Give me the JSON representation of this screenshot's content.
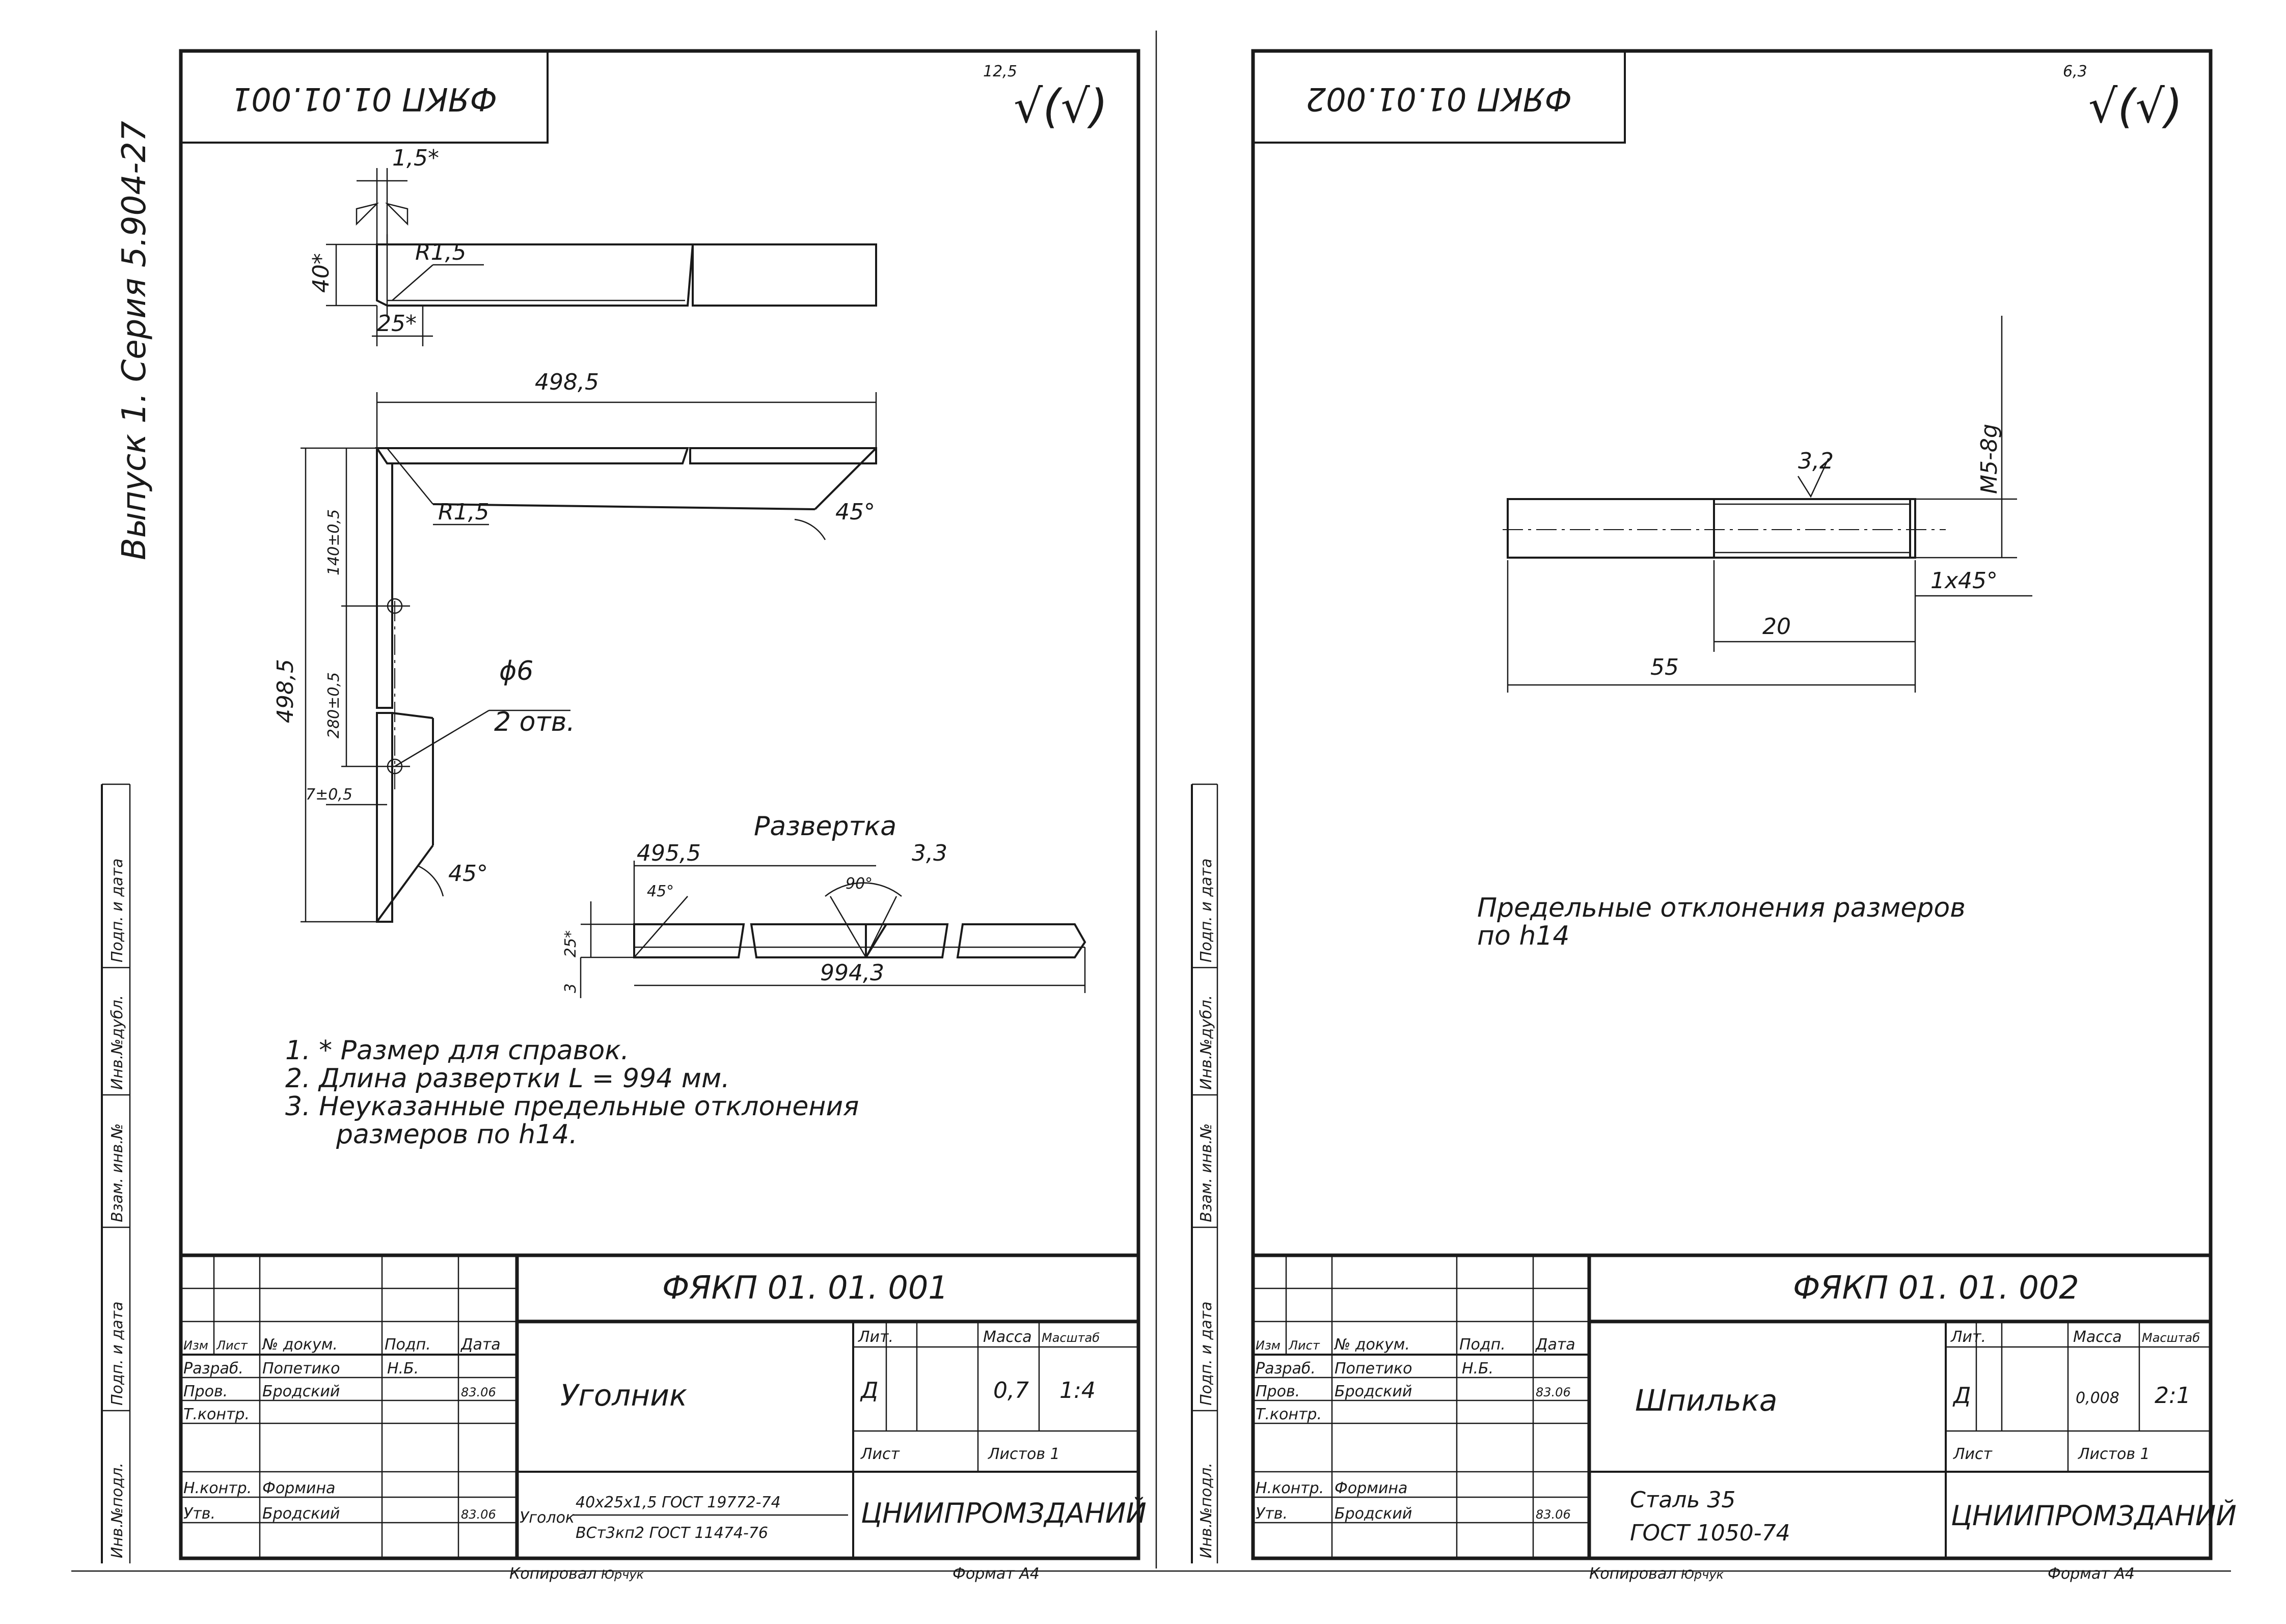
{
  "series_caption": "Выпуск 1. Серия 5.904-27",
  "sheet1": {
    "top_stamp": "ФЯКП 01.01.001",
    "roughness": "12,5",
    "roughness_suffix": "√(√)",
    "dims": {
      "top_gap": "1,5*",
      "height40": "40*",
      "radius_top": "R1,5",
      "width25": "25*",
      "length_total": "498,5",
      "radius_mid": "R1,5",
      "angle_top": "45°",
      "dim_140": "140±0,5",
      "dim_280": "280±0,5",
      "left_length": "498,5",
      "hole_dia": "ϕ6",
      "hole_count": "2 отв.",
      "dim_7": "7±0,5",
      "angle_bottom": "45°"
    },
    "development": {
      "label": "Развертка",
      "dim_495": "495,5",
      "dim_33": "3,3",
      "angle45": "45°",
      "angle90": "90°",
      "dim_25": "25*",
      "dim_3": "3",
      "dim_994": "994,3"
    },
    "notes": [
      "1. * Размер для справок.",
      "2. Длина развертки L = 994 мм.",
      "3. Неуказанные предельные отклонения",
      "размеров по h14."
    ],
    "side_labels": [
      "Инв.№подл.",
      "Подп. и дата",
      "Взам. инв.№",
      "Инв.№дубл.",
      "Подп. и дата"
    ],
    "title_block": {
      "designation": "ФЯКП 01. 01. 001",
      "headers": [
        "Изм",
        "Лист",
        "№ докум.",
        "Подп.",
        "Дата"
      ],
      "rows": [
        {
          "role": "Разраб.",
          "name": "Попетико",
          "sign": "Н.Б.",
          "date": ""
        },
        {
          "role": "Пров.",
          "name": "Бродский",
          "sign": "",
          "date": "83.06"
        },
        {
          "role": "Т.контр.",
          "name": "",
          "sign": "",
          "date": ""
        },
        {
          "role": "Н.контр.",
          "name": "Формина",
          "sign": "",
          "date": ""
        },
        {
          "role": "Утв.",
          "name": "Бродский",
          "sign": "",
          "date": "83.06"
        }
      ],
      "part_name": "Уголник",
      "lit_header": "Лит.",
      "mass_header": "Масса",
      "scale_header": "Масштаб",
      "lit": "Д",
      "mass": "0,7",
      "scale": "1:4",
      "sheet_label": "Лист",
      "sheets_label": "Листов 1",
      "material_prefix": "Уголок",
      "material_line1": "40х25х1,5 ГОСТ 19772-74",
      "material_line2": "ВСт3кп2 ГОСТ 11474-76",
      "org": "ЦНИИПРОМЗДАНИЙ",
      "copied": "Копировал",
      "copier": "Юрчук",
      "format": "Формат А4"
    }
  },
  "sheet2": {
    "top_stamp": "ФЯКП 01.01.002",
    "roughness": "6,3",
    "roughness_suffix": "√(√)",
    "dims": {
      "thread": "М5-8g",
      "roughness_local": "3,2",
      "chamfer": "1х45°",
      "len20": "20",
      "len55": "55"
    },
    "notes": [
      "Предельные отклонения размеров",
      "по h14"
    ],
    "side_labels": [
      "Инв.№подл.",
      "Подп. и дата",
      "Взам. инв.№",
      "Инв.№дубл.",
      "Подп. и дата"
    ],
    "title_block": {
      "designation": "ФЯКП 01. 01. 002",
      "headers": [
        "Изм",
        "Лист",
        "№ докум.",
        "Подп.",
        "Дата"
      ],
      "rows": [
        {
          "role": "Разраб.",
          "name": "Попетико",
          "sign": "Н.Б.",
          "date": ""
        },
        {
          "role": "Пров.",
          "name": "Бродский",
          "sign": "",
          "date": "83.06"
        },
        {
          "role": "Т.контр.",
          "name": "",
          "sign": "",
          "date": ""
        },
        {
          "role": "Н.контр.",
          "name": "Формина",
          "sign": "",
          "date": ""
        },
        {
          "role": "Утв.",
          "name": "Бродский",
          "sign": "",
          "date": "83.06"
        }
      ],
      "part_name": "Шпилька",
      "lit_header": "Лит.",
      "mass_header": "Масса",
      "scale_header": "Масштаб",
      "lit": "Д",
      "mass": "0,008",
      "scale": "2:1",
      "sheet_label": "Лист",
      "sheets_label": "Листов 1",
      "material_line1": "Сталь 35",
      "material_line2": "ГОСТ 1050-74",
      "org": "ЦНИИПРОМЗДАНИЙ",
      "copied": "Копировал",
      "copier": "Юрчук",
      "format": "Формат А4"
    }
  }
}
